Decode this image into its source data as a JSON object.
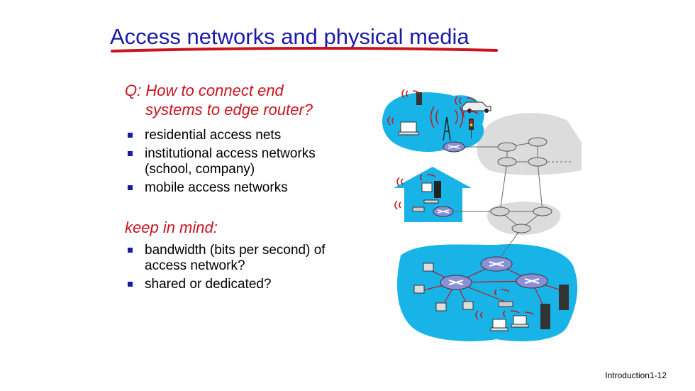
{
  "slide": {
    "title": "Access networks and physical media",
    "question_line1": "Q: How to connect end",
    "question_line2": "systems to edge router?",
    "bullets": [
      "residential access nets",
      "institutional access networks (school, company)",
      "mobile access networks"
    ],
    "keep_in_mind": "keep in mind:",
    "considerations": [
      "bandwidth (bits per second) of access network?",
      "shared or dedicated?"
    ],
    "footer": "Introduction1-12"
  },
  "colors": {
    "title": "#1a1aa6",
    "accent_red": "#c8141e",
    "network_blue": "#18b4e8",
    "core_gray": "#dcdcdc"
  }
}
